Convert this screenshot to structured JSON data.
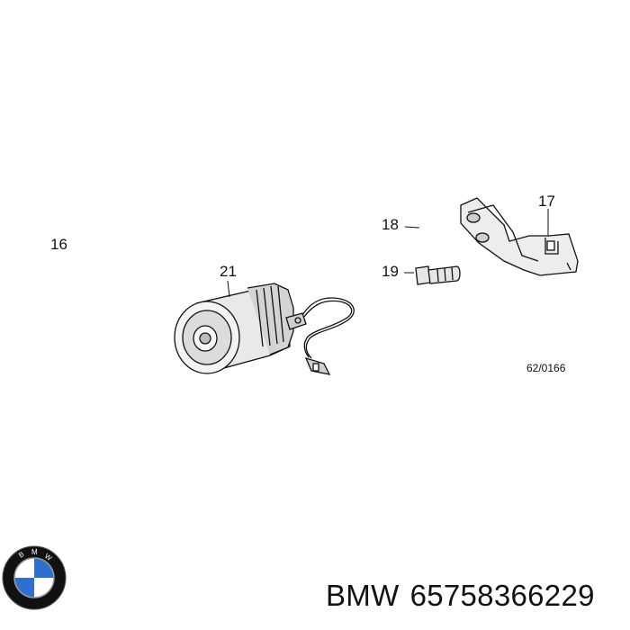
{
  "callouts": {
    "c16": "16",
    "c17": "17",
    "c18": "18",
    "c19": "19",
    "c21": "21"
  },
  "drawing_ref": "62/0166",
  "footer": {
    "brand": "BMW",
    "part_number": "65758366229"
  },
  "logo": {
    "text": "BMW",
    "colors": {
      "blue": "#2e6fd0",
      "black": "#111111",
      "white": "#ffffff"
    }
  }
}
